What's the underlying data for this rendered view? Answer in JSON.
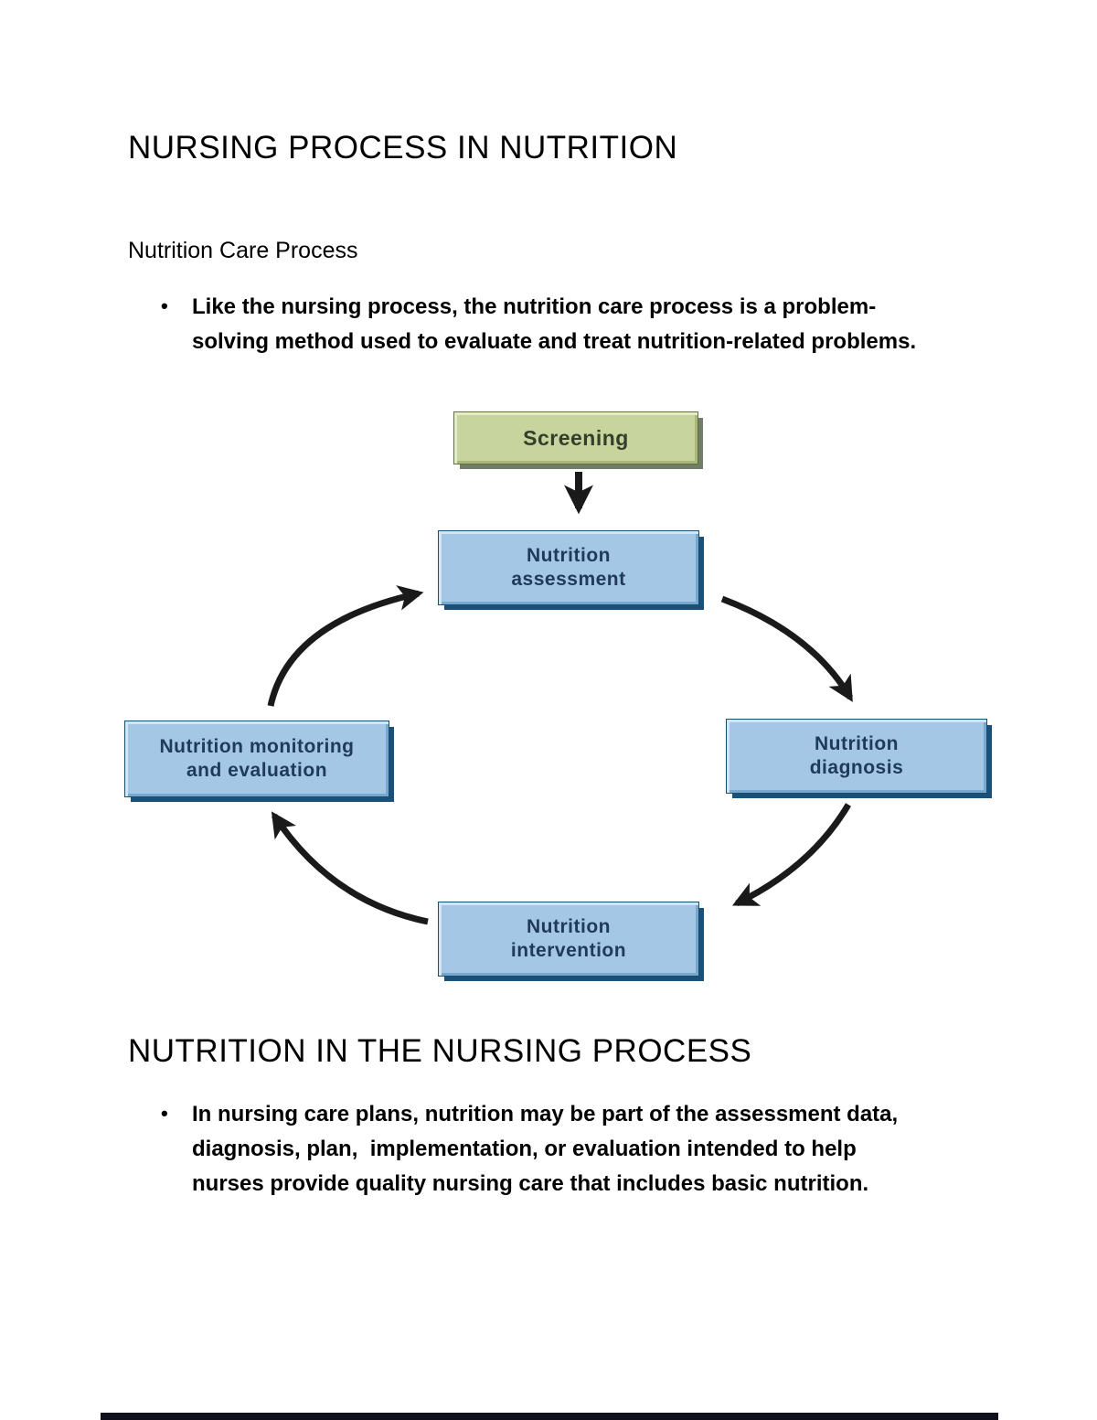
{
  "page": {
    "bullet_char": "•",
    "title": "NURSING PROCESS IN NUTRITION",
    "section_care_process": {
      "heading": "Nutrition Care Process",
      "bullets": [
        "Like the nursing process, the nutrition care process is a problem-\nsolving method used to evaluate and treat nutrition-related problems."
      ]
    },
    "section_nursing_process": {
      "heading": "NUTRITION IN THE NURSING PROCESS",
      "bullets": [
        "In nursing care plans, nutrition may be part of the assessment data,\ndiagnosis, plan,  implementation, or evaluation intended to help\nnurses provide quality nursing care that includes basic nutrition."
      ]
    }
  },
  "diagram": {
    "nodes": {
      "screening": {
        "label": "Screening"
      },
      "assessment": {
        "label": "Nutrition\nassessment"
      },
      "diagnosis": {
        "label": "Nutrition\ndiagnosis"
      },
      "intervention": {
        "label": "Nutrition\nintervention"
      },
      "monitoring": {
        "label": "Nutrition monitoring\nand evaluation"
      }
    },
    "flow": [
      "Screening → Nutrition assessment",
      "Nutrition assessment → Nutrition diagnosis",
      "Nutrition diagnosis → Nutrition intervention",
      "Nutrition intervention → Nutrition monitoring and evaluation",
      "Nutrition monitoring and evaluation → Nutrition assessment"
    ],
    "colors": {
      "screening_fill": "#c7d49d",
      "screening_border": "#5f6f3f",
      "process_fill": "#a3c7e5",
      "process_border": "#1b5078",
      "process_text": "#203a5c",
      "arrow": "#1a1a1a"
    }
  }
}
